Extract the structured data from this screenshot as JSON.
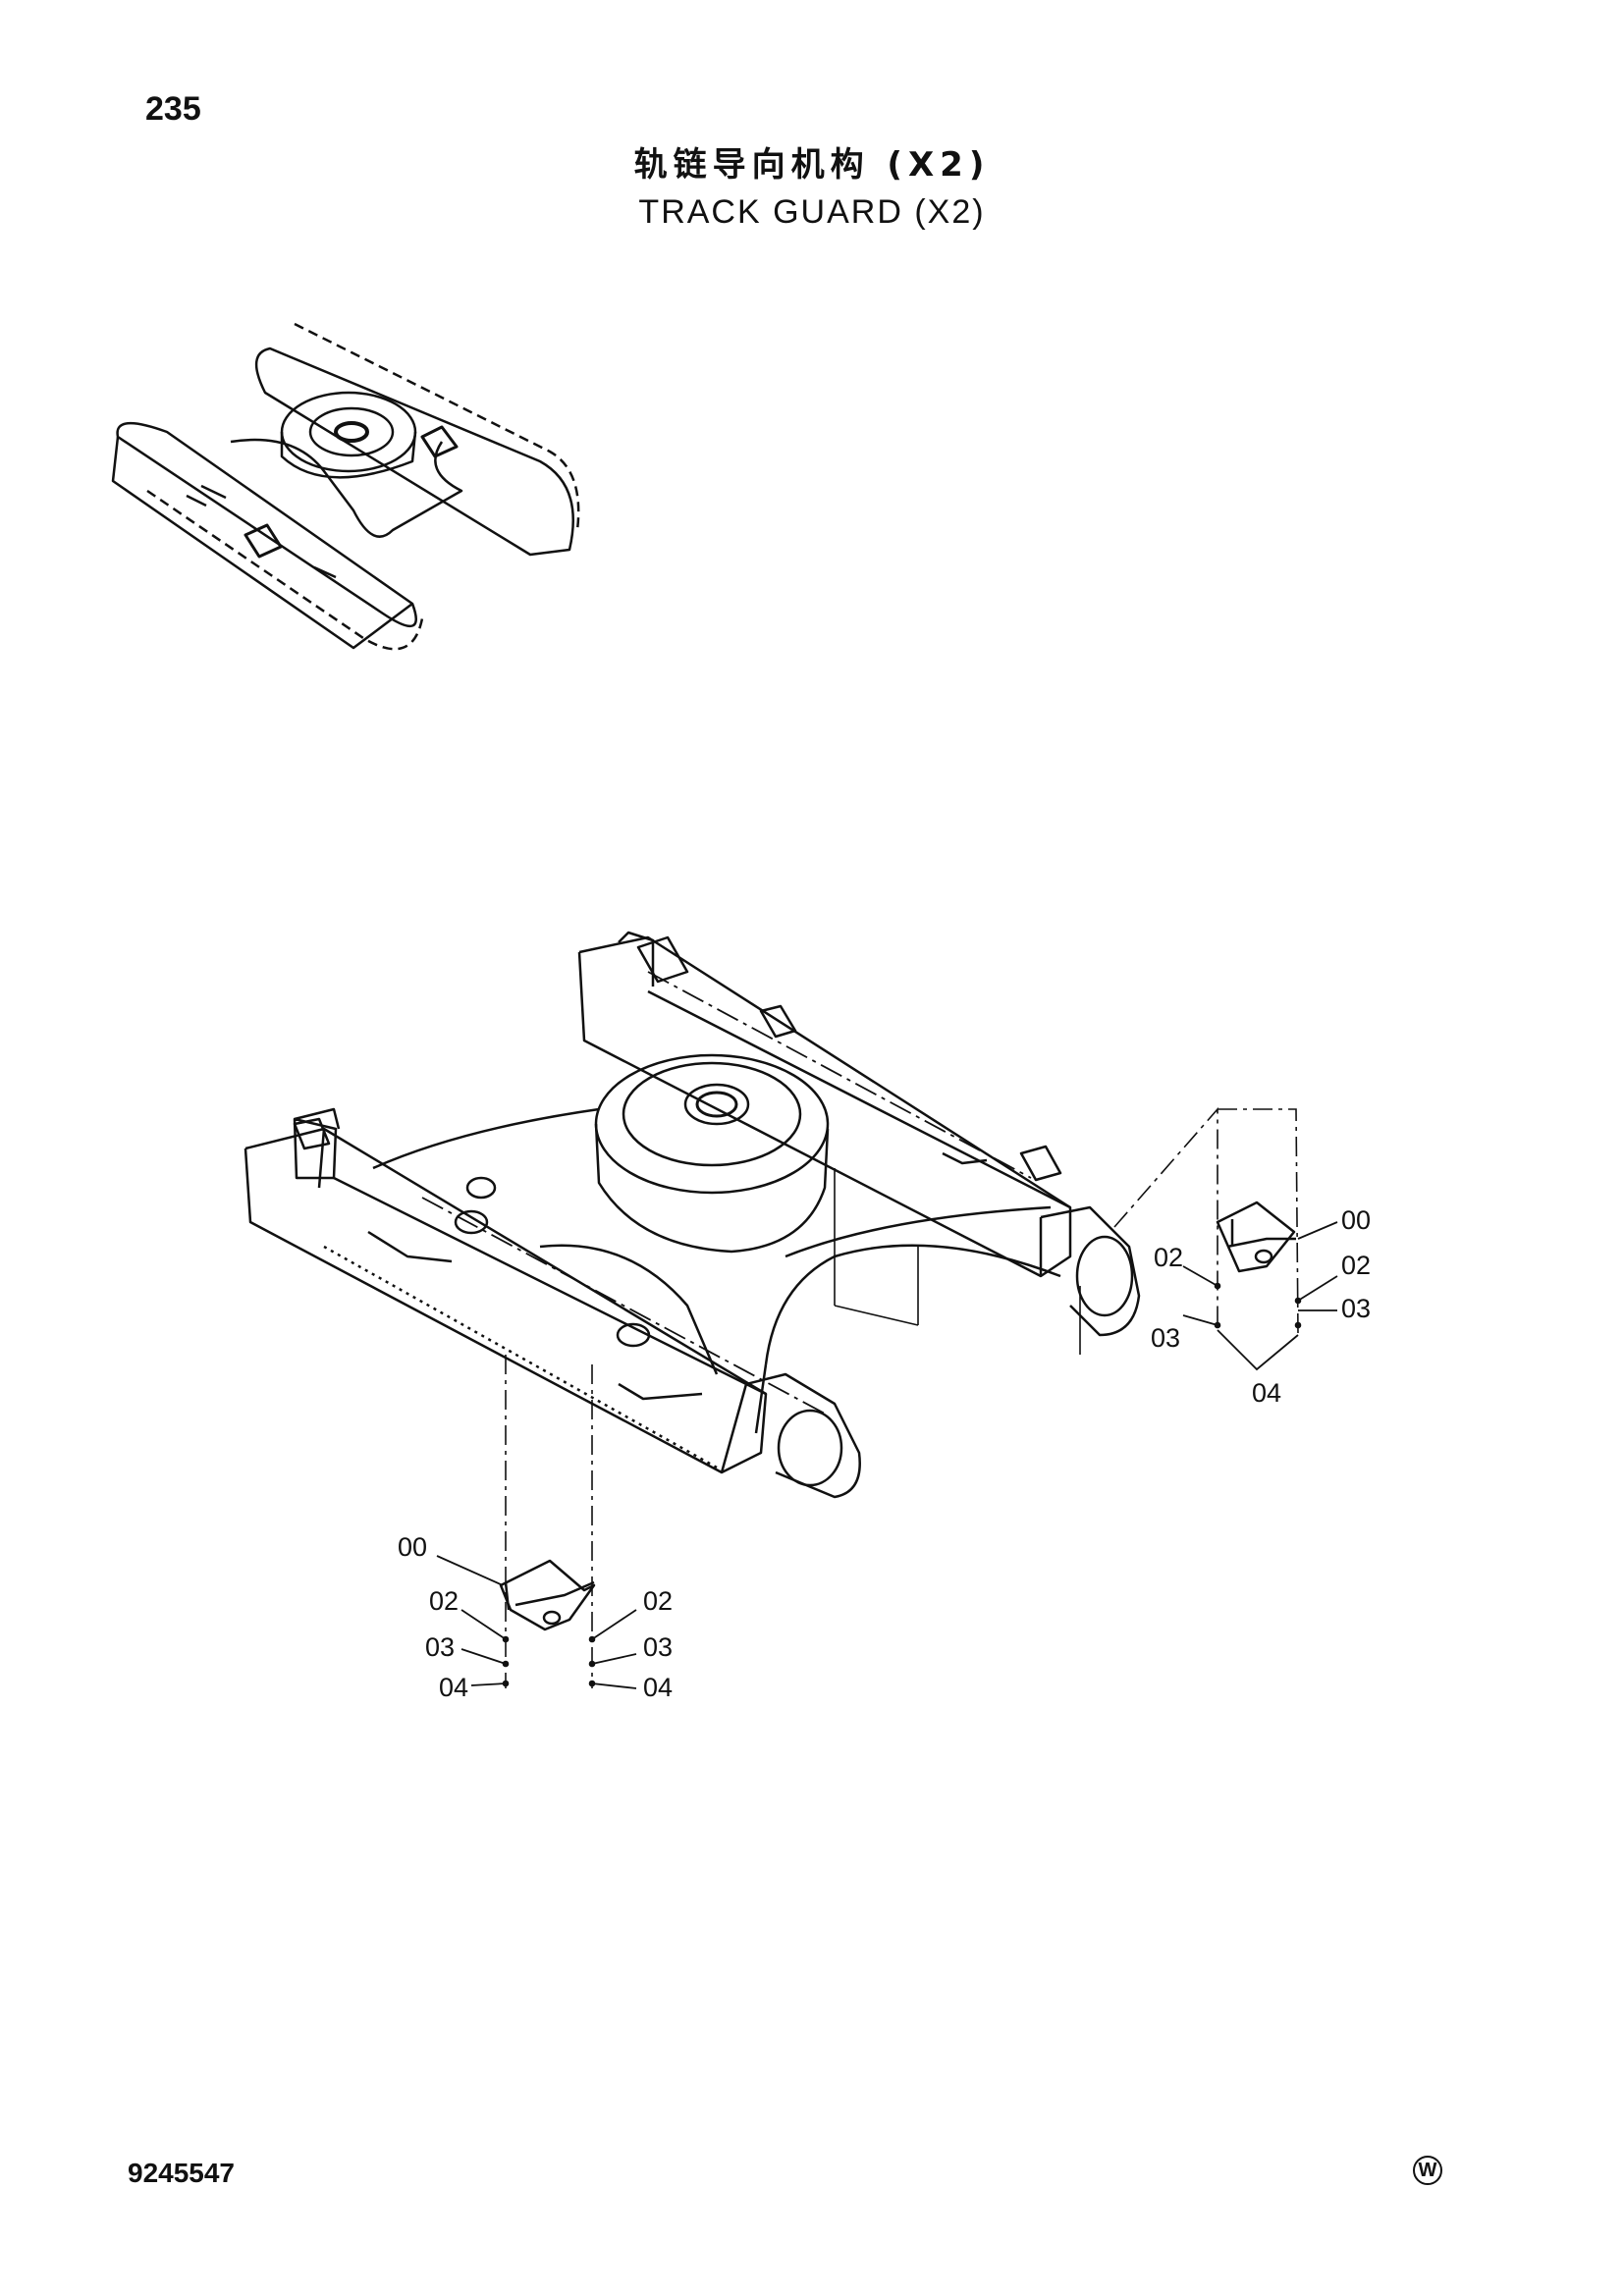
{
  "page": {
    "number": "235",
    "title_cn": "轨链导向机构 (X2)",
    "title_en": "TRACK GUARD (X2)",
    "doc_number": "9245547",
    "corner_mark": "W"
  },
  "callouts": {
    "right": [
      "00",
      "02",
      "02",
      "03",
      "03",
      "04"
    ],
    "left": [
      "00",
      "02",
      "03",
      "04"
    ],
    "middle": [
      "02",
      "03",
      "04"
    ]
  },
  "icons": {
    "overview": "track-frame-overview-icon",
    "main": "undercarriage-frame-icon",
    "guard": "track-guard-icon",
    "mark": "circled-w-icon"
  }
}
